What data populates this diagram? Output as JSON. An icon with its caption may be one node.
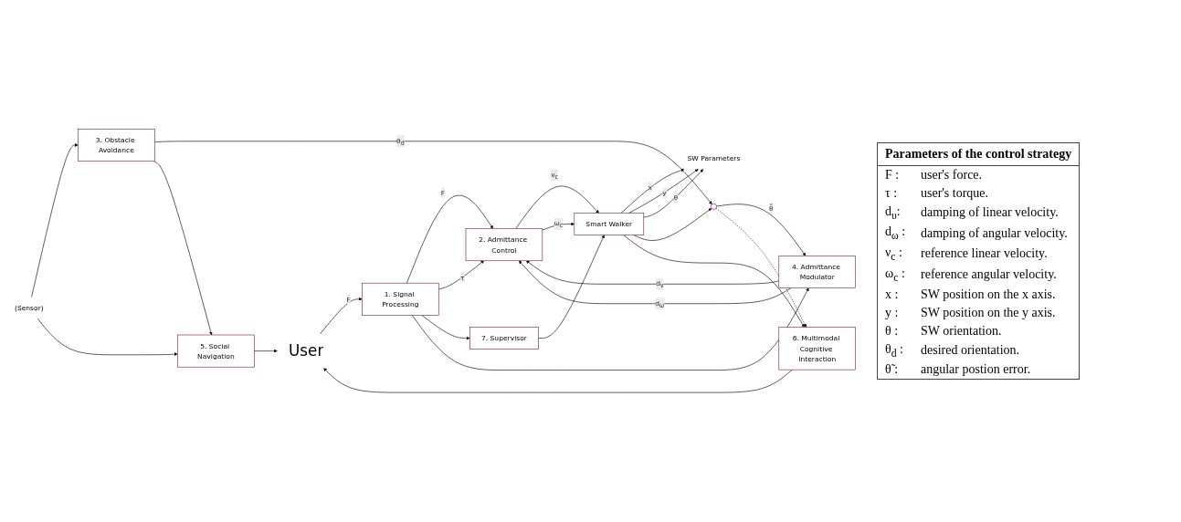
{
  "diagram": {
    "nodes": [
      {
        "text": [
          "User"
        ]
      },
      {
        "text": [
          "1. Signal Processing"
        ]
      },
      {
        "text": [
          "2. Admittance Control"
        ]
      },
      {
        "text": [
          "3. Obstacle Avoidance"
        ]
      },
      {
        "text": [
          "4. Admittance Modulator"
        ]
      },
      {
        "text": [
          "5. Social Navigation"
        ]
      },
      {
        "text": [
          "6. Multimodal Cognitive Interaction"
        ]
      },
      {
        "text": [
          "7. Supervisor"
        ]
      },
      {
        "text": [
          "Smart Walker"
        ]
      },
      {
        "text": [
          "SW Parameters"
        ]
      },
      {
        "text": [
          "(Sensor)"
        ]
      },
      {
        "text": [],
        "shape": "circle"
      }
    ],
    "edges": [
      {
        "from": 0,
        "to": 1,
        "arrow": "to",
        "label": "F"
      },
      {
        "from": 1,
        "to": 2,
        "arrow": "to",
        "label": "F"
      },
      {
        "from": 1,
        "to": 2,
        "arrow": "to",
        "label": "τ"
      },
      {
        "from": 1,
        "to": 7,
        "arrow": "to"
      },
      {
        "from": 1,
        "to": 4,
        "arrow": "to"
      },
      {
        "from": 7,
        "to": 8,
        "arrow": "to"
      },
      {
        "from": 2,
        "to": 8,
        "arrow": "to",
        "label": "ν$_{c}$"
      },
      {
        "from": 2,
        "to": 8,
        "arrow": "to",
        "label": "ω$_{c}$"
      },
      {
        "from": 8,
        "to": 9,
        "arrow": "to",
        "label": "x"
      },
      {
        "from": 8,
        "to": 9,
        "arrow": "to",
        "label": "y"
      },
      {
        "from": 8,
        "to": 9,
        "arrow": "to",
        "label": "θ"
      },
      {
        "from": 8,
        "to": 11,
        "arrow": "to"
      },
      {
        "from": 8,
        "to": 6,
        "arrow": "to"
      },
      {
        "from": 6,
        "to": 0,
        "arrow": "to"
      },
      {
        "from": 4,
        "to": 2,
        "arrow": "to",
        "label": "d$_{ν}$"
      },
      {
        "from": 4,
        "to": 2,
        "arrow": "to",
        "label": "d$_{ω}$"
      },
      {
        "from": 11,
        "to": 4,
        "arrow": "to",
        "label": "θ̃"
      },
      {
        "from": 11,
        "to": 6,
        "arrow": "to",
        "style": "dashed"
      },
      {
        "from": 3,
        "to": 11,
        "arrow": "to",
        "label": "θ$_{d}$"
      },
      {
        "from": 3,
        "to": 5,
        "arrow": "to"
      },
      {
        "from": 10,
        "to": 3,
        "arrow": "to"
      },
      {
        "from": 10,
        "to": 5,
        "arrow": "to"
      },
      {
        "from": 5,
        "to": 0,
        "arrow": "to"
      }
    ],
    "labels": [
      "Parameters of the control strategy",
      "F :",
      "user's force.",
      "τ :",
      "user's torque.",
      "d$_{υ}$:",
      "damping of linear velocity.",
      "d$_{ω}$ :",
      "damping of angular velocity.",
      "ν$_{c}$ :",
      "reference linear velocity.",
      "ω$_{c}$ :",
      "reference angular velocity.",
      "x :",
      "SW position on the x axis.",
      "y :",
      "SW position on the y axis.",
      "θ :",
      "SW orientation.",
      "θ$_{d}$ :",
      "desired orientation.",
      "θ̃ :",
      "angular postion error."
    ]
  }
}
